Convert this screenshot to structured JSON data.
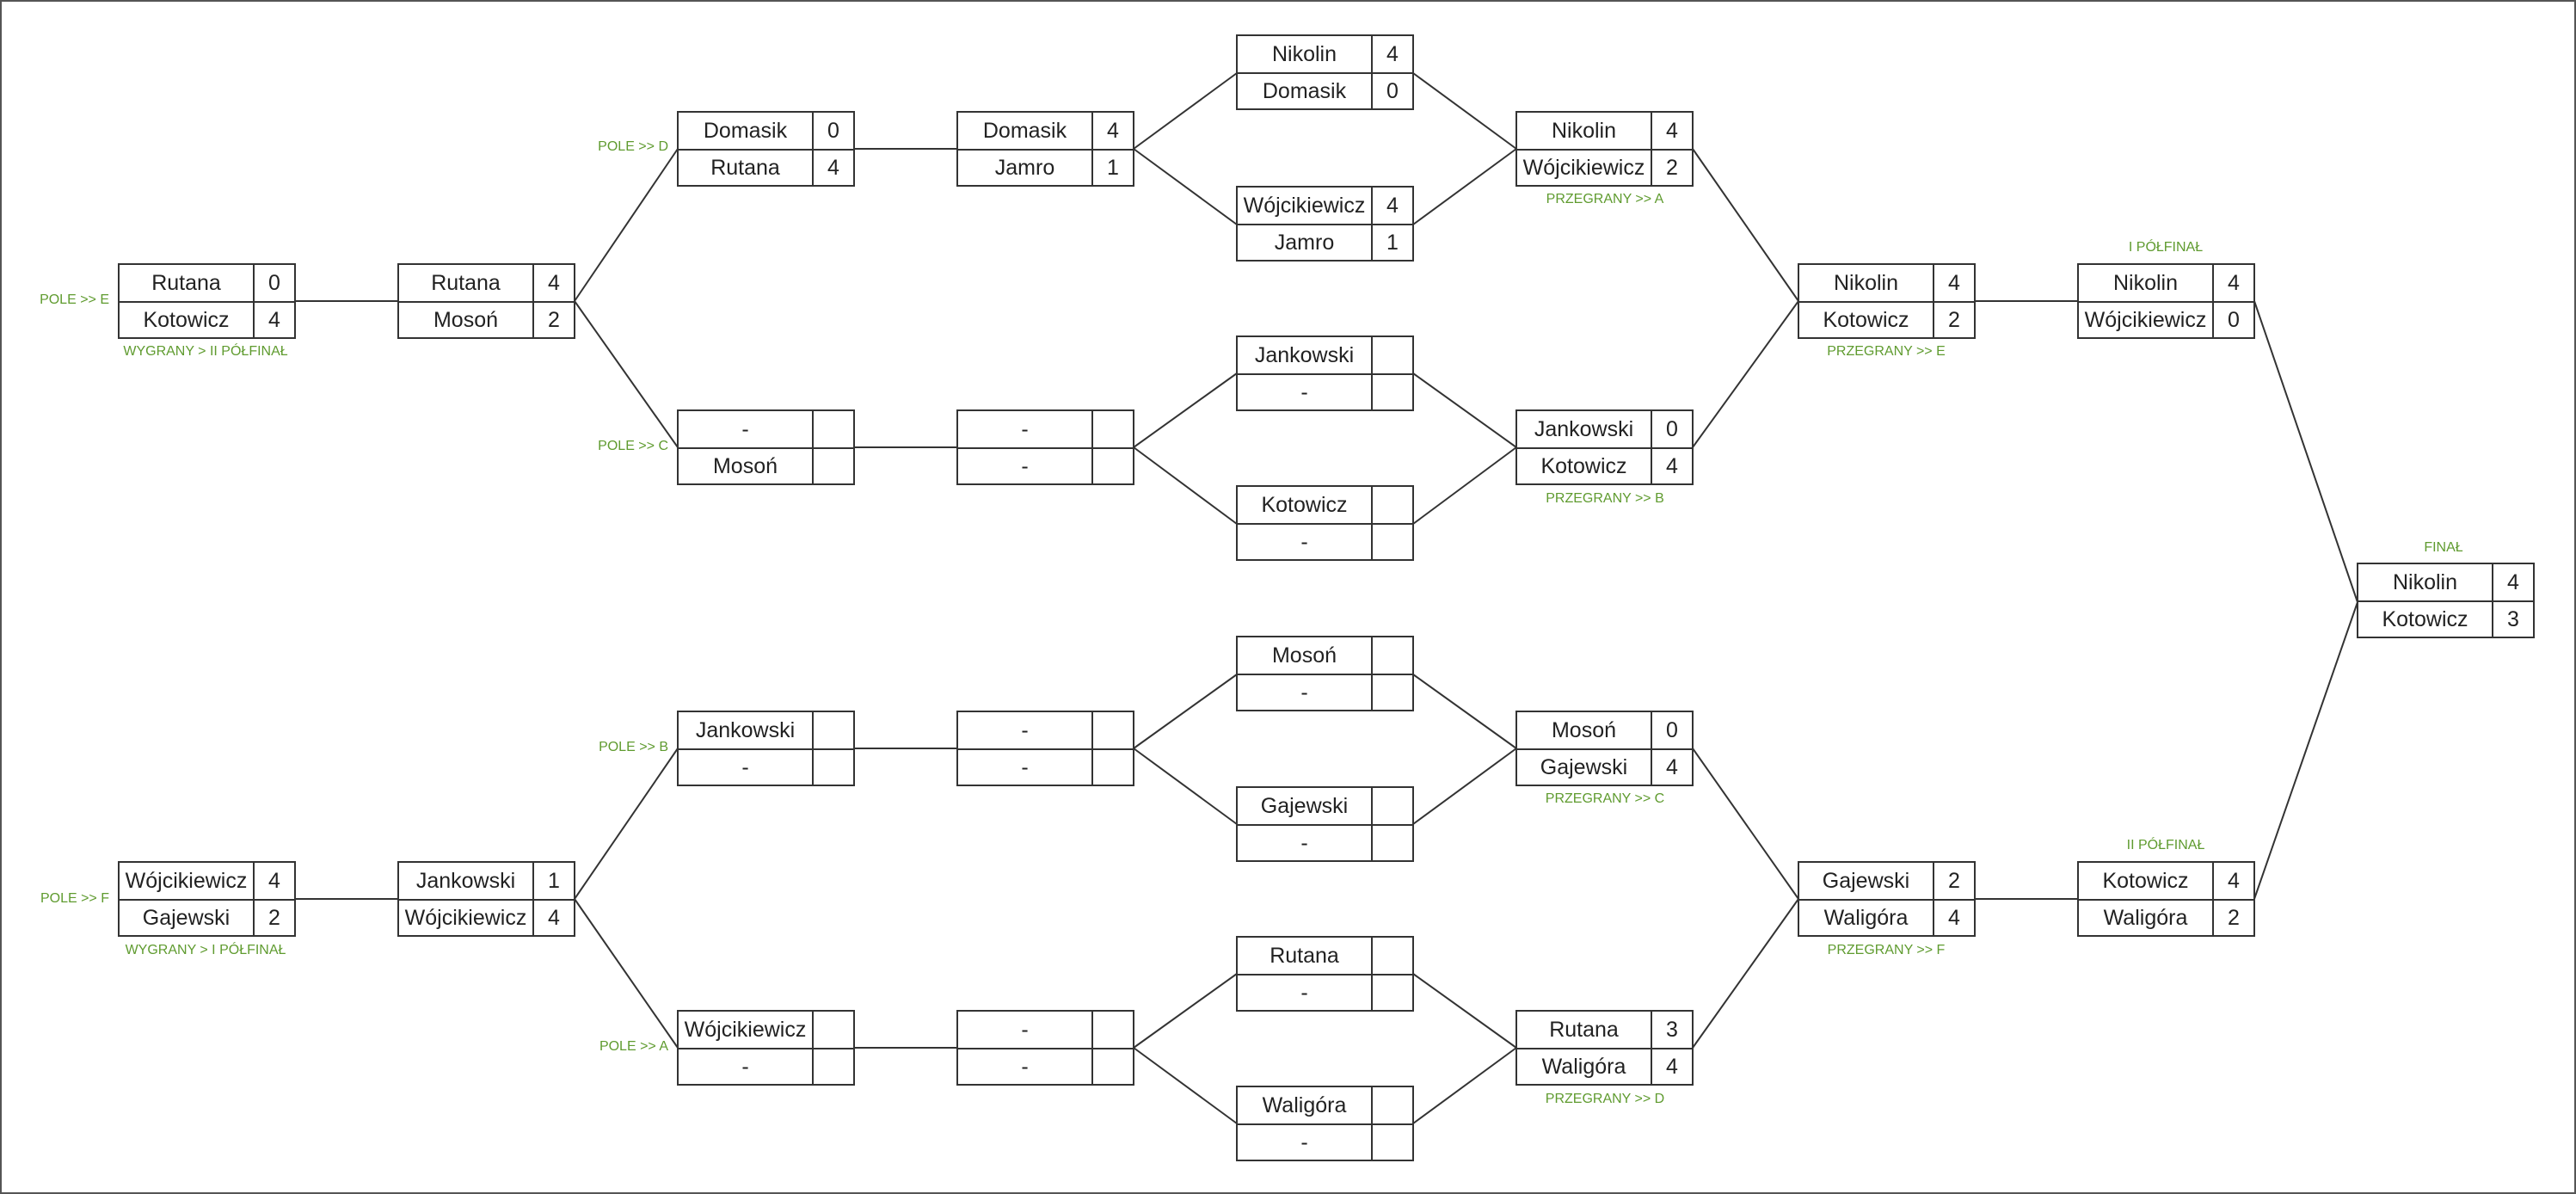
{
  "colors": {
    "label": "#5f9b2f",
    "line": "#333333",
    "text": "#222222"
  },
  "matches": [
    {
      "id": "a1",
      "players": [
        {
          "name": "Rutana",
          "score": "0"
        },
        {
          "name": "Kotowicz",
          "score": "4"
        }
      ]
    },
    {
      "id": "a2",
      "players": [
        {
          "name": "Rutana",
          "score": "4"
        },
        {
          "name": "Mosoń",
          "score": "2"
        }
      ]
    },
    {
      "id": "a3",
      "players": [
        {
          "name": "Domasik",
          "score": "0"
        },
        {
          "name": "Rutana",
          "score": "4"
        }
      ]
    },
    {
      "id": "a4",
      "players": [
        {
          "name": "-",
          "score": ""
        },
        {
          "name": "Mosoń",
          "score": ""
        }
      ]
    },
    {
      "id": "a5",
      "players": [
        {
          "name": "Domasik",
          "score": "4"
        },
        {
          "name": "Jamro",
          "score": "1"
        }
      ]
    },
    {
      "id": "a6",
      "players": [
        {
          "name": "-",
          "score": ""
        },
        {
          "name": "-",
          "score": ""
        }
      ]
    },
    {
      "id": "a7",
      "players": [
        {
          "name": "Nikolin",
          "score": "4"
        },
        {
          "name": "Domasik",
          "score": "0"
        }
      ]
    },
    {
      "id": "a8",
      "players": [
        {
          "name": "Wójcikiewicz",
          "score": "4"
        },
        {
          "name": "Jamro",
          "score": "1"
        }
      ]
    },
    {
      "id": "a9",
      "players": [
        {
          "name": "Jankowski",
          "score": ""
        },
        {
          "name": "-",
          "score": ""
        }
      ]
    },
    {
      "id": "a10",
      "players": [
        {
          "name": "Kotowicz",
          "score": ""
        },
        {
          "name": "-",
          "score": ""
        }
      ]
    },
    {
      "id": "a11",
      "players": [
        {
          "name": "Nikolin",
          "score": "4"
        },
        {
          "name": "Wójcikiewicz",
          "score": "2"
        }
      ]
    },
    {
      "id": "a12",
      "players": [
        {
          "name": "Jankowski",
          "score": "0"
        },
        {
          "name": "Kotowicz",
          "score": "4"
        }
      ]
    },
    {
      "id": "a13",
      "players": [
        {
          "name": "Nikolin",
          "score": "4"
        },
        {
          "name": "Kotowicz",
          "score": "2"
        }
      ]
    },
    {
      "id": "a14",
      "players": [
        {
          "name": "Nikolin",
          "score": "4"
        },
        {
          "name": "Wójcikiewicz",
          "score": "0"
        }
      ]
    },
    {
      "id": "b1",
      "players": [
        {
          "name": "Wójcikiewicz",
          "score": "4"
        },
        {
          "name": "Gajewski",
          "score": "2"
        }
      ]
    },
    {
      "id": "b2",
      "players": [
        {
          "name": "Jankowski",
          "score": "1"
        },
        {
          "name": "Wójcikiewicz",
          "score": "4"
        }
      ]
    },
    {
      "id": "b3",
      "players": [
        {
          "name": "Jankowski",
          "score": ""
        },
        {
          "name": "-",
          "score": ""
        }
      ]
    },
    {
      "id": "b4",
      "players": [
        {
          "name": "Wójcikiewicz",
          "score": ""
        },
        {
          "name": "-",
          "score": ""
        }
      ]
    },
    {
      "id": "b5",
      "players": [
        {
          "name": "-",
          "score": ""
        },
        {
          "name": "-",
          "score": ""
        }
      ]
    },
    {
      "id": "b6",
      "players": [
        {
          "name": "-",
          "score": ""
        },
        {
          "name": "-",
          "score": ""
        }
      ]
    },
    {
      "id": "b7",
      "players": [
        {
          "name": "Mosoń",
          "score": ""
        },
        {
          "name": "-",
          "score": ""
        }
      ]
    },
    {
      "id": "b8",
      "players": [
        {
          "name": "Gajewski",
          "score": ""
        },
        {
          "name": "-",
          "score": ""
        }
      ]
    },
    {
      "id": "b9",
      "players": [
        {
          "name": "Rutana",
          "score": ""
        },
        {
          "name": "-",
          "score": ""
        }
      ]
    },
    {
      "id": "b10",
      "players": [
        {
          "name": "Waligóra",
          "score": ""
        },
        {
          "name": "-",
          "score": ""
        }
      ]
    },
    {
      "id": "b11",
      "players": [
        {
          "name": "Mosoń",
          "score": "0"
        },
        {
          "name": "Gajewski",
          "score": "4"
        }
      ]
    },
    {
      "id": "b12",
      "players": [
        {
          "name": "Rutana",
          "score": "3"
        },
        {
          "name": "Waligóra",
          "score": "4"
        }
      ]
    },
    {
      "id": "b13",
      "players": [
        {
          "name": "Gajewski",
          "score": "2"
        },
        {
          "name": "Waligóra",
          "score": "4"
        }
      ]
    },
    {
      "id": "b14",
      "players": [
        {
          "name": "Kotowicz",
          "score": "4"
        },
        {
          "name": "Waligóra",
          "score": "2"
        }
      ]
    },
    {
      "id": "final",
      "players": [
        {
          "name": "Nikolin",
          "score": "4"
        },
        {
          "name": "Kotowicz",
          "score": "3"
        }
      ]
    }
  ],
  "labels": {
    "pole_e": "POLE >> E",
    "pole_f": "POLE >> F",
    "pole_d": "POLE >> D",
    "pole_c": "POLE >> C",
    "pole_b": "POLE >> B",
    "pole_a": "POLE >> A",
    "wygrany_ii": "WYGRANY > II PÓŁFINAŁ",
    "wygrany_i": "WYGRANY > I PÓŁFINAŁ",
    "przegrany_a": "PRZEGRANY >> A",
    "przegrany_b": "PRZEGRANY >> B",
    "przegrany_c": "PRZEGRANY >> C",
    "przegrany_d": "PRZEGRANY >> D",
    "przegrany_e": "PRZEGRANY >> E",
    "przegrany_f": "PRZEGRANY >> F",
    "i_polfinal": "I PÓŁFINAŁ",
    "ii_polfinal": "II PÓŁFINAŁ",
    "final": "FINAŁ"
  }
}
